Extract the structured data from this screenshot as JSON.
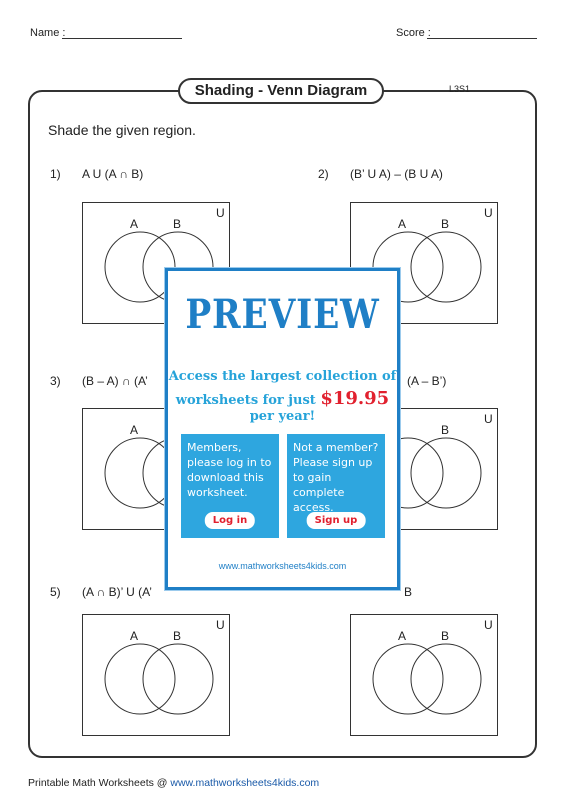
{
  "header": {
    "name_label": "Name :",
    "score_label": "Score :"
  },
  "worksheet": {
    "title": "Shading - Venn Diagram",
    "code": "L3S1",
    "instruction": "Shade the given region."
  },
  "questions": [
    {
      "num": "1)",
      "expr": "A U (A ∩ B)",
      "labels": [
        "A",
        "B",
        "U"
      ]
    },
    {
      "num": "2)",
      "expr": "(B’ U A) – (B U A)",
      "labels": [
        "A",
        "B",
        "U"
      ]
    },
    {
      "num": "3)",
      "expr": "(B – A) ∩ (A’",
      "labels": [
        "A",
        "",
        ""
      ]
    },
    {
      "num": "",
      "expr": "(A – B’)",
      "labels": [
        "",
        "B",
        "U"
      ]
    },
    {
      "num": "5)",
      "expr": "(A ∩ B)’ U (A’",
      "labels": [
        "A",
        "B",
        "U"
      ]
    },
    {
      "num": "",
      "expr": "B",
      "labels": [
        "A",
        "B",
        "U"
      ]
    }
  ],
  "preview": {
    "title": "PREVIEW",
    "line1": "Access the largest collection of",
    "line2_a": "worksheets for just ",
    "price": "$19.95",
    "line2_b": " per year!",
    "member_text": "Members, please log in to download this worksheet.",
    "member_button": "Log in",
    "nonmember_text": "Not a member? Please sign up to gain complete access.",
    "nonmember_button": "Sign up",
    "url": "www.mathworksheets4kids.com"
  },
  "footer": {
    "text": "Printable Math Worksheets @ ",
    "link": "www.mathworksheets4kids.com"
  },
  "colors": {
    "preview_blue": "#1f7fc6",
    "card_blue": "#2ea6df",
    "price_red": "#e1202e"
  }
}
